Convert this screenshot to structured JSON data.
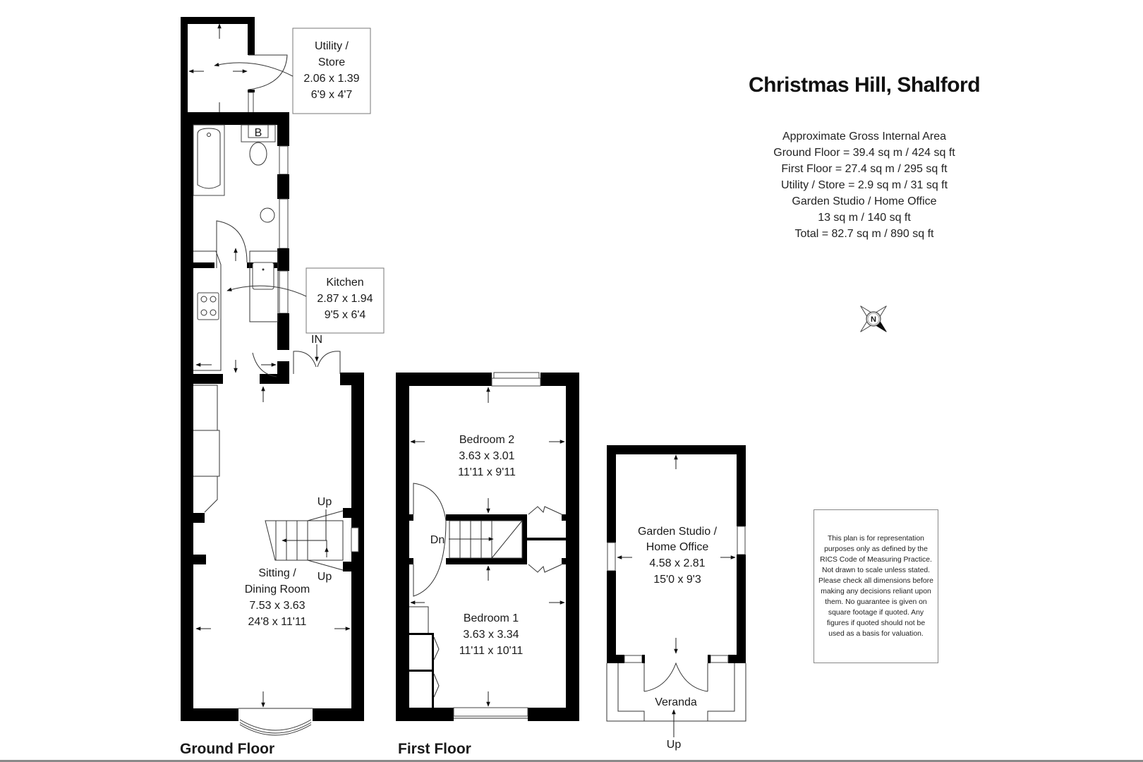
{
  "title": "Christmas Hill, Shalford",
  "area_summary": {
    "heading": "Approximate Gross Internal Area",
    "lines": [
      "Ground Floor = 39.4 sq m / 424 sq ft",
      "First Floor = 27.4 sq m / 295 sq ft",
      "Utility / Store = 2.9 sq m / 31 sq ft",
      "Garden Studio / Home Office",
      "13 sq m / 140 sq ft",
      "Total = 82.7 sq m / 890 sq ft"
    ]
  },
  "floors": {
    "ground": {
      "label": "Ground Floor",
      "rooms": {
        "utility": {
          "name1": "Utility /",
          "name2": "Store",
          "metric": "2.06 x 1.39",
          "imperial": "6'9 x 4'7"
        },
        "kitchen": {
          "name": "Kitchen",
          "metric": "2.87 x 1.94",
          "imperial": "9'5 x 6'4"
        },
        "sitting": {
          "name1": "Sitting /",
          "name2": "Dining Room",
          "metric": "7.53 x 3.63",
          "imperial": "24'8 x 11'11"
        }
      },
      "annotations": {
        "entrance": "IN",
        "stairs_up_1": "Up",
        "stairs_up_2": "Up",
        "boiler": "B"
      }
    },
    "first": {
      "label": "First Floor",
      "rooms": {
        "bedroom2": {
          "name": "Bedroom 2",
          "metric": "3.63 x 3.01",
          "imperial": "11'11 x 9'11"
        },
        "bedroom1": {
          "name": "Bedroom 1",
          "metric": "3.63 x 3.34",
          "imperial": "11'11 x 10'11"
        }
      },
      "annotations": {
        "stairs_down": "Dn"
      }
    },
    "studio": {
      "rooms": {
        "studio": {
          "name1": "Garden Studio /",
          "name2": "Home Office",
          "metric": "4.58 x 2.81",
          "imperial": "15'0 x 9'3"
        },
        "veranda": {
          "name": "Veranda"
        }
      },
      "annotations": {
        "steps_up": "Up"
      }
    }
  },
  "compass": {
    "label": "N",
    "icon": "compass-rose-icon"
  },
  "disclaimer": "This plan is for representation purposes only as defined by the RICS Code of Measuring Practice. Not drawn to scale unless stated. Please check all dimensions before making any decisions reliant upon them. No guarantee is given on square footage if quoted. Any figures if quoted should not be used as a basis for valuation.",
  "colors": {
    "wall": "#000000",
    "line": "#333333",
    "background": "#ffffff",
    "border": "#888888"
  }
}
